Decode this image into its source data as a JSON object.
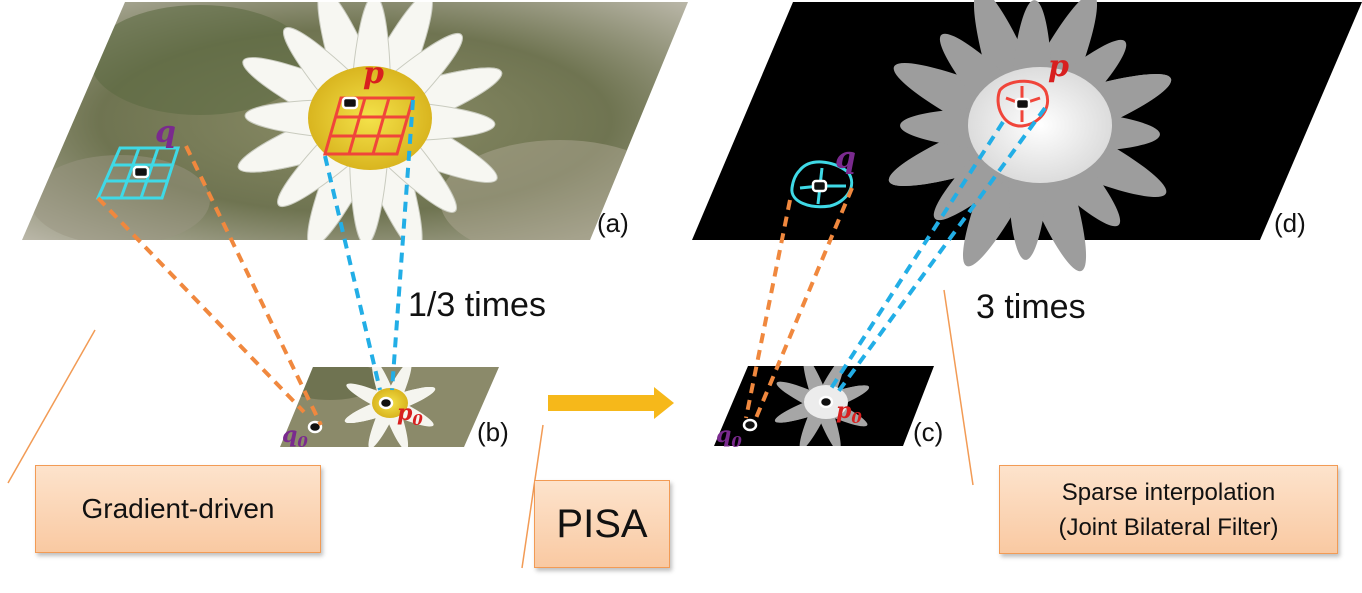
{
  "panels": {
    "a_label": "(a)",
    "b_label": "(b)",
    "c_label": "(c)",
    "d_label": "(d)"
  },
  "points": {
    "p": "p",
    "q": "q",
    "p0_main": "p",
    "p0_sub": "0",
    "q0_main": "q",
    "q0_sub": "0"
  },
  "scale": {
    "downsample": "1/3 times",
    "upsample": "3 times"
  },
  "callouts": {
    "gradient": "Gradient-driven",
    "pisa": "PISA",
    "sparse_line1": "Sparse interpolation",
    "sparse_line2": "(Joint Bilateral Filter)"
  },
  "colors": {
    "orange_dash": "#f0883e",
    "blue_dash": "#22aee6",
    "red_grid": "#f0453a",
    "cyan_grid": "#3fd9e6",
    "point_label": "#7a2a8e",
    "p_label": "#d81f1f",
    "arrow": "#f6b81a",
    "callout_border": "#f29b55"
  }
}
